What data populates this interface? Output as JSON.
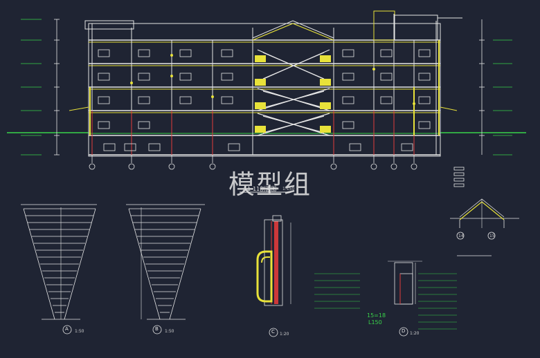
{
  "watermark": "模型组",
  "section_title": "11-11剖面图",
  "section_scale": "1:150",
  "detail_labels": {
    "a": "A",
    "b": "B",
    "c": "C",
    "d": "D"
  },
  "detail_scales": {
    "a": "1:50",
    "b": "1:50",
    "c": "1:20",
    "d": "1:20"
  },
  "roof_detail_labels": {
    "left": "14",
    "right": "15"
  },
  "note_fraction": "15=18",
  "note_code": "L150",
  "colors": {
    "background": "#1f2433",
    "yellow": "#e8e23a",
    "green": "#39d34a",
    "white": "#e6e6e6",
    "red": "#e03b3b",
    "cyan": "#37c7d8"
  }
}
